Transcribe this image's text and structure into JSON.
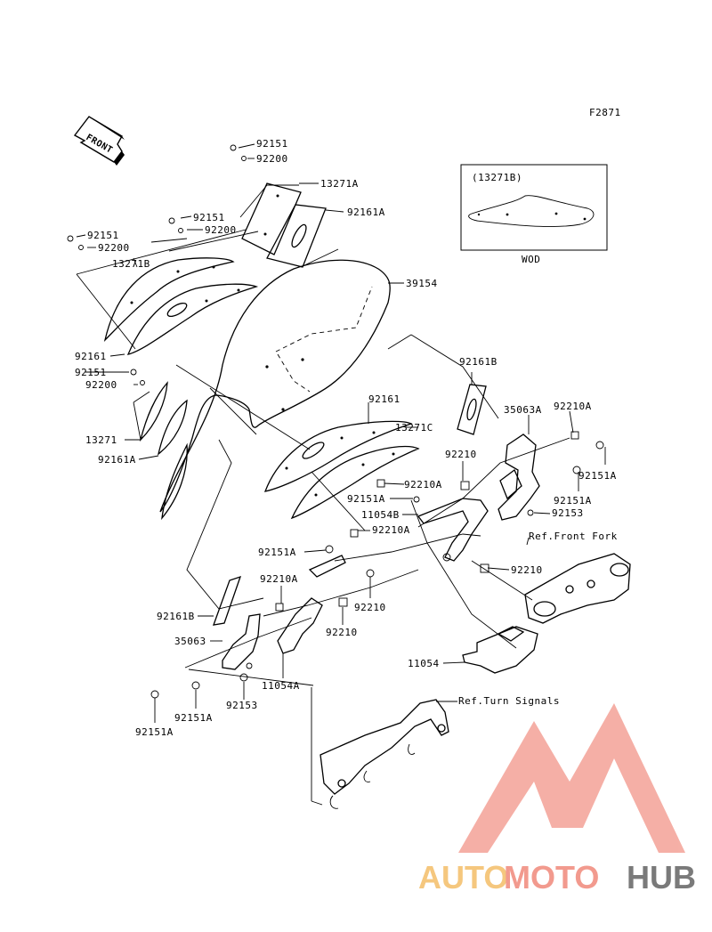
{
  "figure_code": "F2871",
  "front_arrow_label": "FRONT",
  "inset": {
    "title": "(13271B)",
    "caption": "WOD"
  },
  "parts": {
    "p92151_a": "92151",
    "p92200_a": "92200",
    "p13271A": "13271A",
    "p92161A_a": "92161A",
    "p92151_b": "92151",
    "p92200_b": "92200",
    "p92151_c": "92151",
    "p92200_c": "92200",
    "p13271B": "13271B",
    "p39154": "39154",
    "p92161_a": "92161",
    "p92151_d": "92151",
    "p92200_d": "92200",
    "p13271": "13271",
    "p92161A_b": "92161A",
    "p92161B_a": "92161B",
    "p92161_b": "92161",
    "p13271C": "13271C",
    "p35063A": "35063A",
    "p92210A_a": "92210A",
    "p92210_a": "92210",
    "p92151A_a": "92151A",
    "p92210A_b": "92210A",
    "p92151A_b": "92151A",
    "p11054B": "11054B",
    "p92151A_c": "92151A",
    "p92153_a": "92153",
    "p92210A_c": "92210A",
    "p92151A_d": "92151A",
    "p92210_b": "92210",
    "p92210A_d": "92210A",
    "p92210_c": "92210",
    "p92161B_b": "92161B",
    "p35063": "35063",
    "p92210_d": "92210",
    "p11054": "11054",
    "p11054A": "11054A",
    "p92153_b": "92153",
    "p92151A_e": "92151A",
    "p92151A_f": "92151A"
  },
  "references": {
    "front_fork": "Ref.Front Fork",
    "turn_signals": "Ref.Turn Signals"
  },
  "watermark": {
    "word_a": "AUTO",
    "word_b": "MOTO",
    "word_c": "HUB",
    "color_a": "#f5c77e",
    "color_b": "#f29a8e",
    "color_c": "#7a7a7a",
    "logo_color": "#f4a79d"
  }
}
